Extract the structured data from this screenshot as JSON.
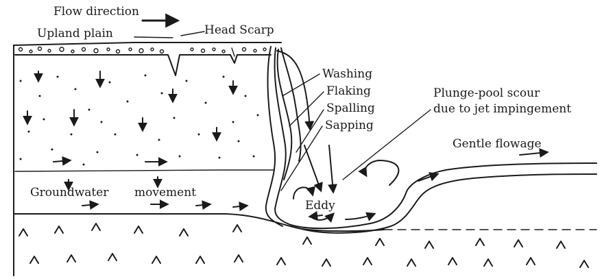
{
  "labels": {
    "flow_direction": "Flow direction",
    "upland_plain": "Upland plain",
    "head_scarp": "Head Scarp",
    "washing": "Washing",
    "flaking": "Flaking",
    "spalling": "Spalling",
    "sapping": "Sapping",
    "plunge_pool_line1": "Plunge-pool scour",
    "plunge_pool_line2": "due to jet impingement",
    "gentle_flowage": "Gentle flowage",
    "groundwater": "Groundwater",
    "movement": "movement",
    "eddy": "Eddy"
  },
  "colors": {
    "ink": "#1a1a1a",
    "background": "#ffffff"
  }
}
